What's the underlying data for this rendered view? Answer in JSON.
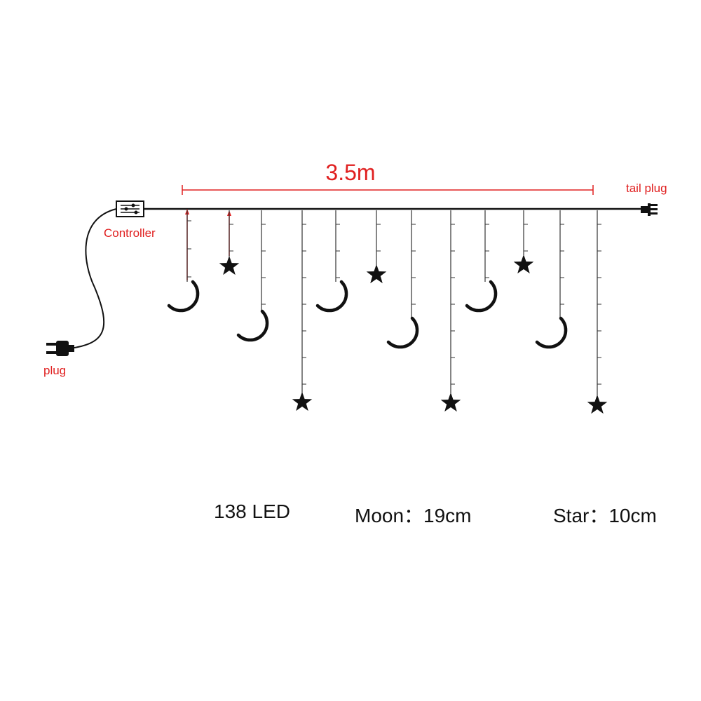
{
  "labels": {
    "length": "3.5m",
    "controller": "Controller",
    "plug": "plug",
    "tail_plug": "tail plug"
  },
  "specs": {
    "led": "138 LED",
    "moon": "Moon：19cm",
    "star": "Star：10cm"
  },
  "colors": {
    "wire": "#111111",
    "dimension": "#e02020",
    "text": "#111111"
  },
  "icons": {
    "controller": "controller-box-icon",
    "plug": "power-plug-icon",
    "tail_plug": "tail-plug-connector-icon",
    "moon": "crescent-moon-icon",
    "star": "star-icon"
  },
  "strands": [
    {
      "shape": "moon"
    },
    {
      "shape": "star"
    },
    {
      "shape": "moon"
    },
    {
      "shape": "star"
    },
    {
      "shape": "moon"
    },
    {
      "shape": "star"
    },
    {
      "shape": "moon"
    },
    {
      "shape": "star"
    },
    {
      "shape": "moon"
    },
    {
      "shape": "star"
    },
    {
      "shape": "moon"
    },
    {
      "shape": "star"
    }
  ]
}
